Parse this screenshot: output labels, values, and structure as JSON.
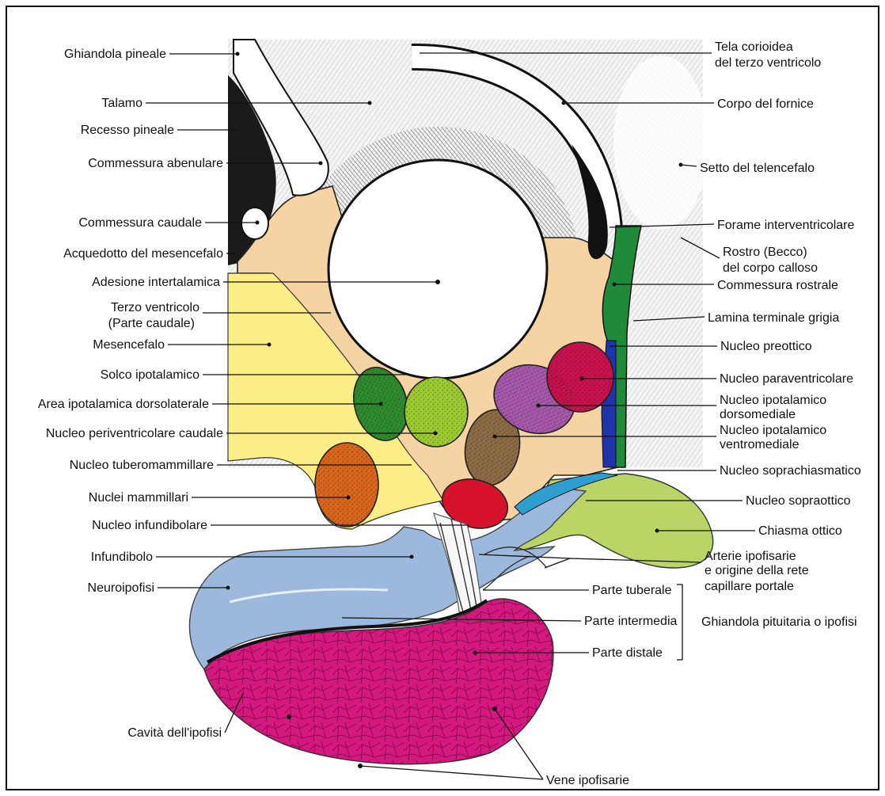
{
  "labels": {
    "ghiandola_pineale": "Ghiandola pineale",
    "talamo": "Talamo",
    "recesso_pineale": "Recesso pineale",
    "commessura_abenulare": "Commessura abenulare",
    "commessura_caudale": "Commessura caudale",
    "acquedotto": "Acquedotto del mesencefalo",
    "adesione_intertalamica": "Adesione intertalamica",
    "terzo_ventricolo": [
      "Terzo ventricolo",
      "(Parte caudale)"
    ],
    "mesencefalo": "Mesencefalo",
    "solco_ipotalamico": "Solco ipotalamico",
    "area_dorsolaterale": "Area ipotalamica dorsolaterale",
    "periventricolare_caudale": "Nucleo periventricolare caudale",
    "tuberomammillare": "Nucleo tuberomammillare",
    "nuclei_mammillari": "Nuclei mammillari",
    "nucleo_infundibolare": "Nucleo infundibolare",
    "infundibolo": "Infundibolo",
    "neuroipofisi": "Neuroipofisi",
    "cavita_ipofisi": "Cavità dell'ipofisi",
    "tela_corioidea": [
      "Tela corioidea",
      "del terzo ventricolo"
    ],
    "corpo_fornice": "Corpo del fornice",
    "setto_telencefalo": "Setto del telencefalo",
    "forame_interventricolare": "Forame interventricolare",
    "rostro": [
      "Rostro (Becco)",
      "del corpo calloso"
    ],
    "commessura_rostrale": "Commessura rostrale",
    "lamina_terminale": "Lamina terminale grigia",
    "nucleo_preottico": "Nucleo preottico",
    "nucleo_paraventricolare": "Nucleo paraventricolare",
    "dorsomediale": [
      "Nucleo ipotalamico",
      "dorsomediale"
    ],
    "ventromediale": [
      "Nucleo ipotalamico",
      "ventromediale"
    ],
    "soprachiasmatico": "Nucleo soprachiasmatico",
    "sopraottico": "Nucleo sopraottico",
    "chiasma": "Chiasma ottico",
    "arterie": [
      "Arterie ipofisarie",
      "e origine della rete",
      "capillare portale"
    ],
    "parte_tuberale": "Parte tuberale",
    "parte_intermedia": "Parte intermedia",
    "parte_distale": "Parte distale",
    "ghiandola_pituitaria": "Ghiandola pituitaria o ipofisi",
    "vene": "Vene ipofisarie"
  },
  "colors": {
    "mesencefalo": "#fbee86",
    "tan": "#f6d3a3",
    "area_dorsolaterale": "#2e8b2e",
    "periventricolare": "#9dcc32",
    "ventromediale": "#8c6b45",
    "dorsomediale": "#a557a9",
    "paraventricolare": "#c9124d",
    "mammillari": "#d9661d",
    "infundibolare": "#d7132c",
    "sopraottico": "#2f9fd2",
    "commessura_rostrale": "#1e8a3a",
    "soprachiasmatico": "#1f33aa",
    "chiasma": "#b9d566",
    "neuroipofisi": "#9cb9dd",
    "distale": "#d4187f"
  }
}
